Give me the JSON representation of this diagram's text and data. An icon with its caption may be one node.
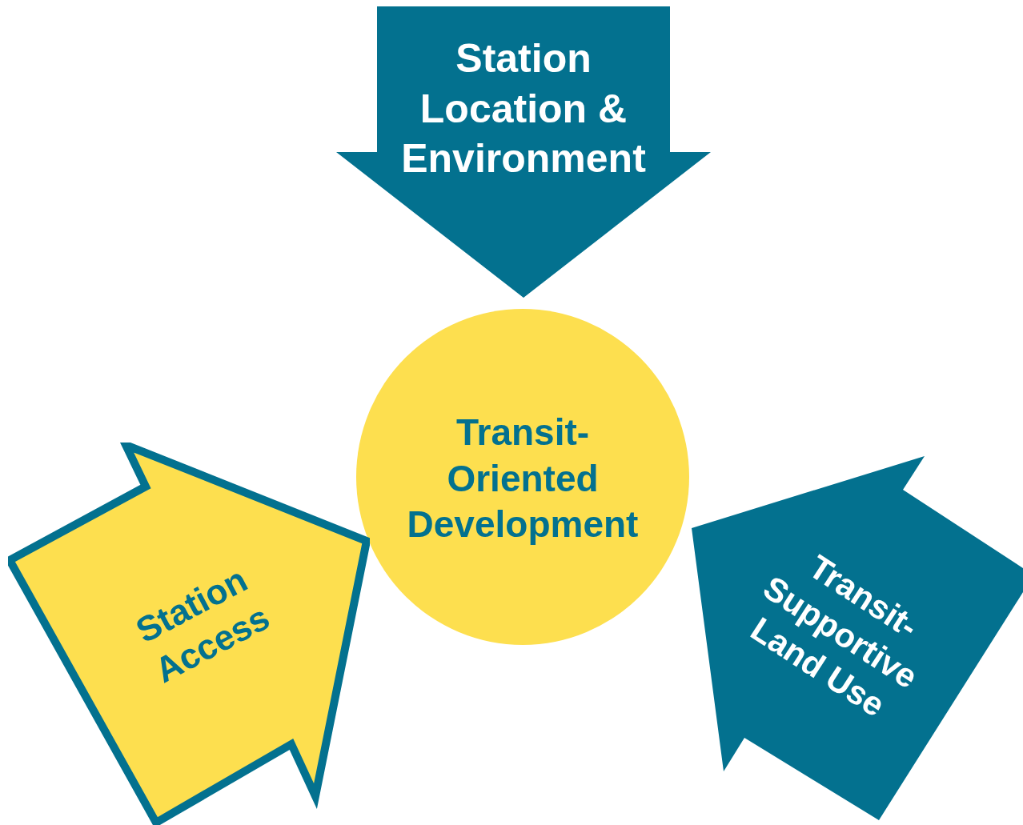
{
  "diagram": {
    "nodes": [
      {
        "text": [
          "Station Location & Environment"
        ]
      },
      {
        "text": [
          "Transit- Oriented Development"
        ]
      },
      {
        "text": [
          "Station Access"
        ]
      },
      {
        "text": [
          "Transit- Supportive Land Use"
        ]
      }
    ]
  }
}
